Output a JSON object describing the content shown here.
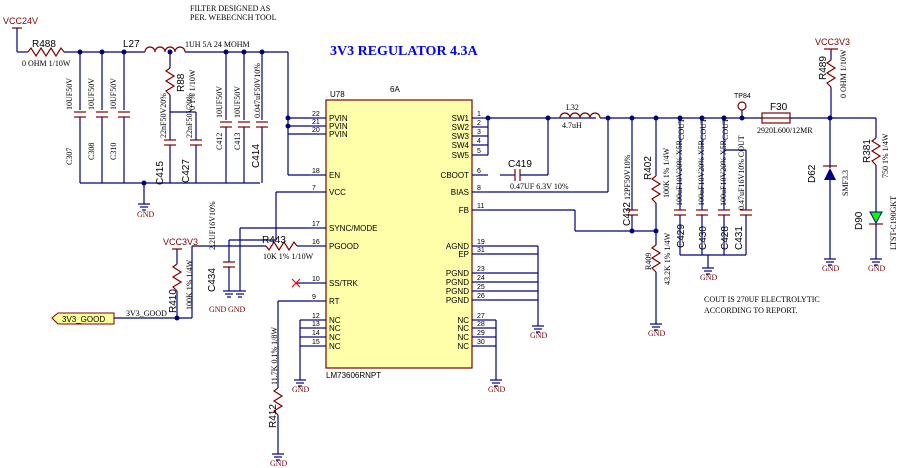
{
  "title": "3V3 REGULATOR  4.3A",
  "filter_note": [
    "FILTER DESIGNED AS",
    "PER. WEBECNCH TOOL"
  ],
  "cout_note": [
    "COUT IS 270UF ELECTROLYTIC",
    "ACCORDING TO REPORT."
  ],
  "power": {
    "vcc24": "VCC24V",
    "vcc3v3_a": "VCC3V3",
    "vcc3v3_b": "VCC3V3"
  },
  "gnd": "GND",
  "ic": {
    "ref": "U78",
    "value": "6A",
    "part": "LM73606RNPT",
    "left_pins": [
      {
        "num": "22",
        "name": "PVIN"
      },
      {
        "num": "21",
        "name": "PVIN"
      },
      {
        "num": "20",
        "name": "PVIN"
      },
      {
        "num": "18",
        "name": "EN"
      },
      {
        "num": "7",
        "name": "VCC"
      },
      {
        "num": "17",
        "name": "SYNC/MODE"
      },
      {
        "num": "16",
        "name": "PGOOD"
      },
      {
        "num": "10",
        "name": "SS/TRK"
      },
      {
        "num": "9",
        "name": "RT"
      },
      {
        "num": "12",
        "name": "NC"
      },
      {
        "num": "13",
        "name": "NC"
      },
      {
        "num": "14",
        "name": "NC"
      },
      {
        "num": "15",
        "name": "NC"
      }
    ],
    "right_pins": [
      {
        "num": "1",
        "name": "SW1"
      },
      {
        "num": "2",
        "name": "SW2"
      },
      {
        "num": "3",
        "name": "SW3"
      },
      {
        "num": "4",
        "name": "SW4"
      },
      {
        "num": "5",
        "name": "SW5"
      },
      {
        "num": "6",
        "name": "CBOOT"
      },
      {
        "num": "8",
        "name": "BIAS"
      },
      {
        "num": "11",
        "name": "FB"
      },
      {
        "num": "19",
        "name": "AGND"
      },
      {
        "num": "31",
        "name": "EP"
      },
      {
        "num": "23",
        "name": "PGND"
      },
      {
        "num": "24",
        "name": "PGND"
      },
      {
        "num": "25",
        "name": "PGND"
      },
      {
        "num": "26",
        "name": "PGND"
      },
      {
        "num": "27",
        "name": "NC"
      },
      {
        "num": "28",
        "name": "NC"
      },
      {
        "num": "29",
        "name": "NC"
      },
      {
        "num": "30",
        "name": "NC"
      }
    ]
  },
  "parts": {
    "R488": {
      "ref": "R488",
      "value": "0 OHM 1/10W"
    },
    "L27": {
      "ref": "L27",
      "value": "1UH 5A 24 MOHM"
    },
    "C307": {
      "ref": "C307",
      "value": "10UF50V"
    },
    "C308": {
      "ref": "C308",
      "value": "10UF50V"
    },
    "C310": {
      "ref": "C310",
      "value": "10UF50V"
    },
    "R88": {
      "ref": "R88",
      "value": "0 1% 1/10W"
    },
    "C415": {
      "ref": "C415",
      "value": "22nF50V20%"
    },
    "C427": {
      "ref": "C427",
      "value": "22nF50V20%"
    },
    "C412": {
      "ref": "C412",
      "value": "10UF50V"
    },
    "C413": {
      "ref": "C413",
      "value": "10UF50V"
    },
    "C414": {
      "ref": "C414",
      "value": "0.047uF50V10%"
    },
    "C434": {
      "ref": "C434",
      "value": "2.2UF16V10%"
    },
    "R443": {
      "ref": "R443",
      "value": "10K 1% 1/10W"
    },
    "R410": {
      "ref": "R410",
      "value": "100K 1% 1/4W"
    },
    "R412": {
      "ref": "R412",
      "value": "11.7K 0.1% 1/8W"
    },
    "L32": {
      "ref": "L32",
      "value": "4.7uH"
    },
    "C419": {
      "ref": "C419",
      "value": "0.47UF 6.3V 10%"
    },
    "C432": {
      "ref": "C432",
      "value": "12PF50V10%"
    },
    "R402": {
      "ref": "R402",
      "value": "100K 1% 1/4W"
    },
    "R409": {
      "ref": "R409",
      "value": "43.2K 1% 1/4W"
    },
    "C429": {
      "ref": "C429",
      "value": "100uF10V20% X5R"
    },
    "C430": {
      "ref": "C430",
      "value": "100uF10V20% X5R"
    },
    "C428": {
      "ref": "C428",
      "value": "100uF10V20% X5R"
    },
    "C431": {
      "ref": "C431",
      "value": "0.47uF16V10% COUT"
    },
    "TP84": {
      "ref": "TP84"
    },
    "F30": {
      "ref": "F30",
      "value": "2920L600/12MR"
    },
    "D62": {
      "ref": "D62",
      "value": "SMF3.3"
    },
    "R489": {
      "ref": "R489",
      "value": "0 OHM 1/10W"
    },
    "R381": {
      "ref": "R381",
      "value": "750 1% 1/4W"
    },
    "D90": {
      "ref": "D90",
      "value": "LTST-C190GKT"
    },
    "cout_labels": [
      "COUT",
      "COUT",
      "COUT"
    ]
  },
  "net_label": "3V3_GOOD",
  "net_wire_label": "3V3_GOOD"
}
